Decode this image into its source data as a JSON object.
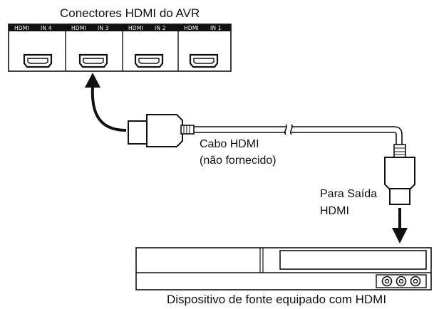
{
  "diagram": {
    "title": "Conectores HDMI do AVR",
    "ports": [
      {
        "logo": "HDMI",
        "label": "IN 4"
      },
      {
        "logo": "HDMI",
        "label": "IN 3"
      },
      {
        "logo": "HDMI",
        "label": "IN 2"
      },
      {
        "logo": "HDMI",
        "label": "IN 1"
      }
    ],
    "cable_label_line1": "Cabo HDMI",
    "cable_label_line2": "(não fornecido)",
    "output_label_line1": "Para Saída",
    "output_label_line2": "HDMI",
    "device_caption": "Dispositivo de fonte equipado com HDMI"
  }
}
